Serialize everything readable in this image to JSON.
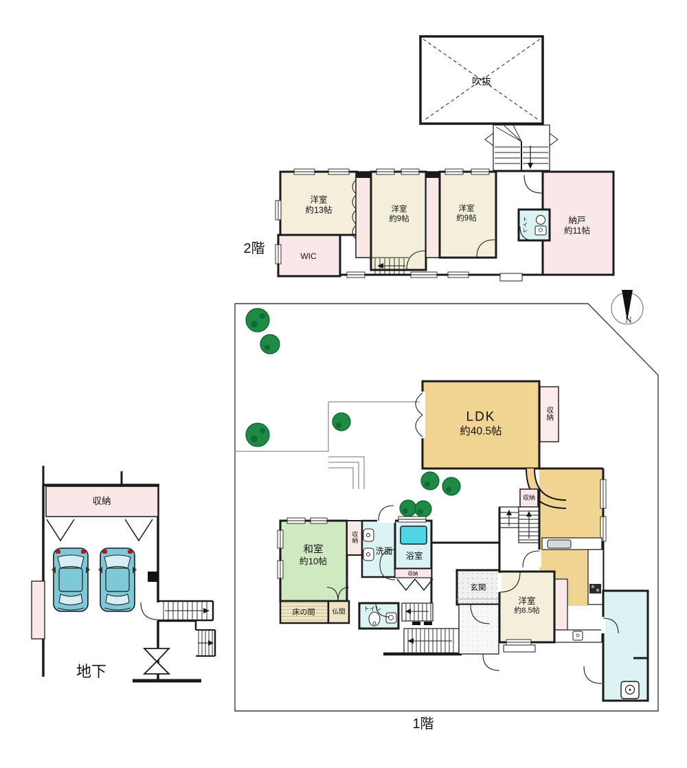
{
  "palette": {
    "wall": "#1a1a1a",
    "room_cream": "#F4EFDB",
    "closet_pink": "#FAE7E7",
    "wet_cyan": "#DCF3F4",
    "ldk_tan": "#F2D492",
    "washitsu_green": "#CFE9C0",
    "tub_cyan": "#4FD5E6",
    "tree_green": "#1E8A44",
    "car_teal": "#7EC9D7",
    "site_line": "#3d3d3d"
  },
  "compass": {
    "north": "N"
  },
  "floor2": {
    "label": "2階",
    "void": "吹抜",
    "bed13_l1": "洋室",
    "bed13_l2": "約13帖",
    "wic": "WIC",
    "bed9a_l1": "洋室",
    "bed9a_l2": "約9帖",
    "bed9b_l1": "洋室",
    "bed9b_l2": "約9帖",
    "nando_l1": "納戸",
    "nando_l2": "約11帖",
    "toilet": "トイレ"
  },
  "floor1": {
    "label": "1階",
    "ldk_l1": "LDK",
    "ldk_l2": "約40.5帖",
    "closet_east": "収納",
    "closet_hall": "収納",
    "washitsu_l1": "和室",
    "washitsu_l2": "約10帖",
    "closet_washitsu": "収納",
    "senmen": "洗面",
    "bath": "浴室",
    "closet_bath": "収納",
    "tokonoma": "床の間",
    "butsuma": "仏間",
    "toilet": "トイレ",
    "genkan": "玄関",
    "bed85_l1": "洋室",
    "bed85_l2": "約8.5帖"
  },
  "basement": {
    "label": "地下",
    "storage": "収納"
  }
}
